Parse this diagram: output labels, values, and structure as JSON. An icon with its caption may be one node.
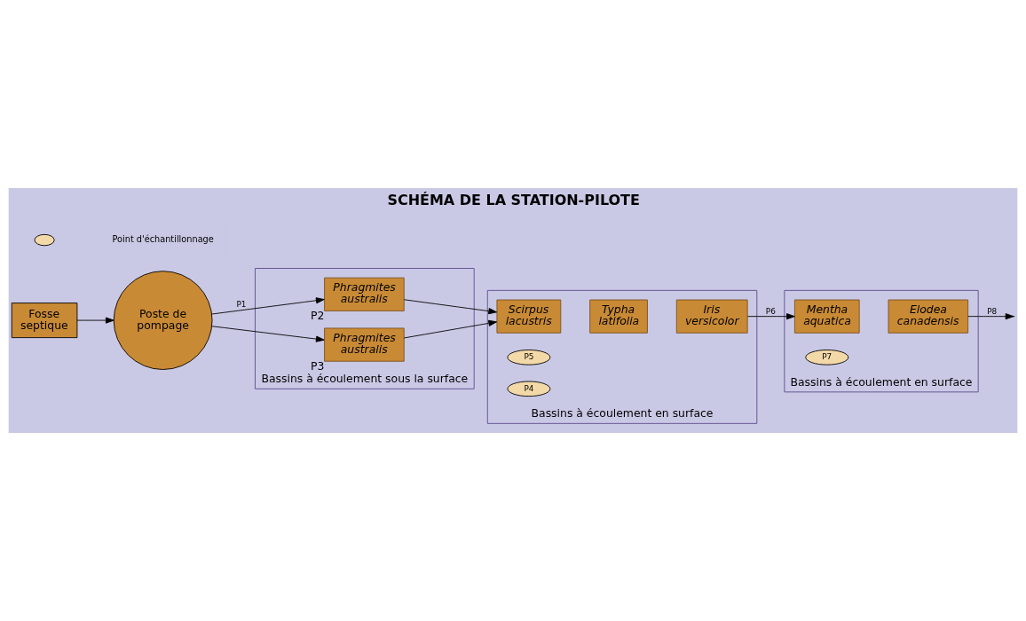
{
  "diagram": {
    "title": "SCHÉMA DE LA STATION-PILOTE",
    "nodes": [
      {
        "text": [
          "Fosse septique"
        ]
      },
      {
        "text": [
          "Poste de pompage"
        ]
      },
      {
        "text": [
          "Bassins à écoulement sous la surface"
        ]
      },
      {
        "text": [
          "Phragmites australis"
        ],
        "in": 2,
        "beside": [
          "P2"
        ]
      },
      {
        "text": [
          "Phragmites australis"
        ],
        "in": 2,
        "beside": [
          "P3"
        ]
      },
      {
        "text": [
          "Bassins à écoulement en surface"
        ]
      },
      {
        "text": [
          "Iris versicolor"
        ],
        "in": 5
      },
      {
        "text": [
          "Typha latifolia"
        ],
        "in": 5
      },
      {
        "text": [
          "Scirpus lacustris"
        ],
        "in": 5
      },
      {
        "text": [
          "Bassins à écoulement en surface"
        ]
      },
      {
        "text": [
          "Elodea canadensis"
        ],
        "in": 9
      },
      {
        "text": [
          "Mentha aquatica"
        ],
        "in": 9
      }
    ],
    "edges": [
      {
        "from": 0,
        "to": 1,
        "arrow": "to"
      },
      {
        "from": 1,
        "to": 3,
        "arrow": "to",
        "label": "P1"
      },
      {
        "from": 1,
        "to": 4,
        "arrow": "to"
      },
      {
        "from": 3,
        "to": 8,
        "arrow": "to"
      },
      {
        "from": 4,
        "to": 8,
        "arrow": "to"
      },
      {
        "from": 6,
        "to": 11,
        "arrow": "to",
        "label": "P6"
      },
      {
        "from": 10,
        "to": null,
        "arrow": "to",
        "label": "P8"
      }
    ],
    "labels": [
      "P7",
      "P5",
      "P4"
    ],
    "legend": [
      {
        "text": "Point d'échantillonnage"
      }
    ]
  }
}
